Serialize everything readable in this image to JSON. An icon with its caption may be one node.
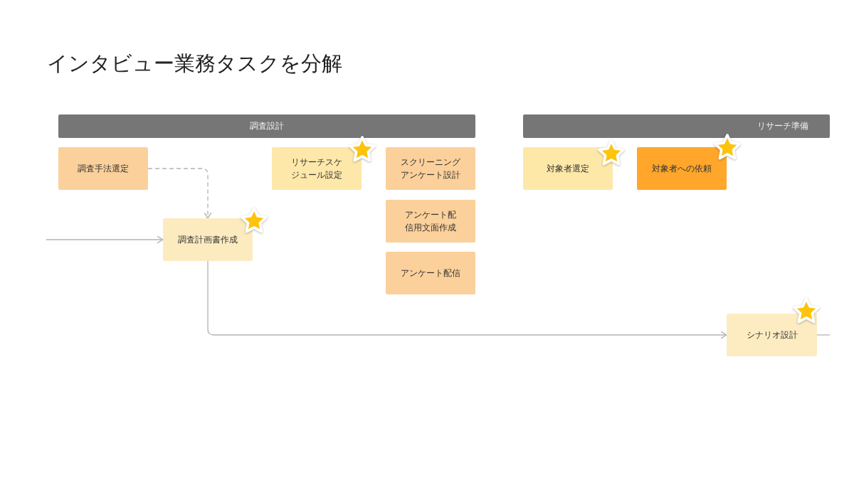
{
  "diagram": {
    "title": "インタビュー業務タスクを分解",
    "nodes": [
      {
        "text": [
          "調査設計"
        ]
      },
      {
        "text": [
          "調査手法選定"
        ]
      },
      {
        "text": [
          "調査計画書作成"
        ]
      },
      {
        "text": [
          "リサーチスケジュール設定"
        ]
      },
      {
        "text": [
          "スクリーニングアンケート設計"
        ]
      },
      {
        "text": [
          "アンケート配信用文面作成"
        ]
      },
      {
        "text": [
          "アンケート配信"
        ]
      },
      {
        "text": [
          "リサーチ準備"
        ]
      },
      {
        "text": [
          "対象者選定"
        ]
      },
      {
        "text": [
          "対象者への依頼"
        ]
      },
      {
        "text": [
          "シナリオ設計"
        ]
      }
    ],
    "edges": [
      {
        "from": null,
        "to": 2,
        "arrow": "to"
      },
      {
        "from": 1,
        "to": 2,
        "arrow": "to",
        "style": "dashed"
      },
      {
        "from": 2,
        "to": 10,
        "arrow": "to"
      },
      {
        "from": 10,
        "to": null,
        "arrow": "none"
      }
    ]
  }
}
